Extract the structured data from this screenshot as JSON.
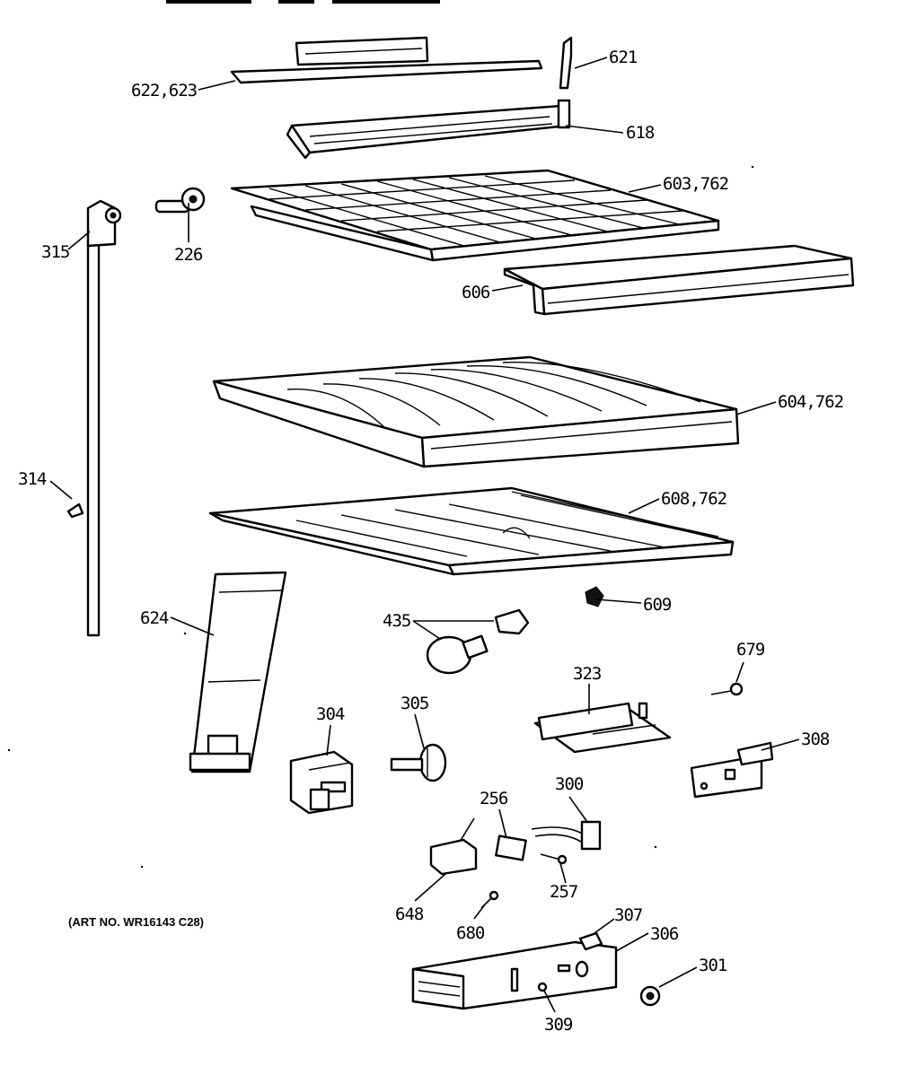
{
  "labels": {
    "l621": "621",
    "l622": "622,623",
    "l618": "618",
    "l603": "603,762",
    "l315": "315",
    "l226": "226",
    "l606": "606",
    "l604": "604,762",
    "l314": "314",
    "l608": "608,762",
    "l609": "609",
    "l624": "624",
    "l435": "435",
    "l679": "679",
    "l323": "323",
    "l304": "304",
    "l305": "305",
    "l308": "308",
    "l256": "256",
    "l300": "300",
    "l257": "257",
    "l648": "648",
    "l680": "680",
    "l307": "307",
    "l306": "306",
    "l301": "301",
    "l309": "309"
  },
  "art_number": "(ART NO. WR16143 C28)"
}
